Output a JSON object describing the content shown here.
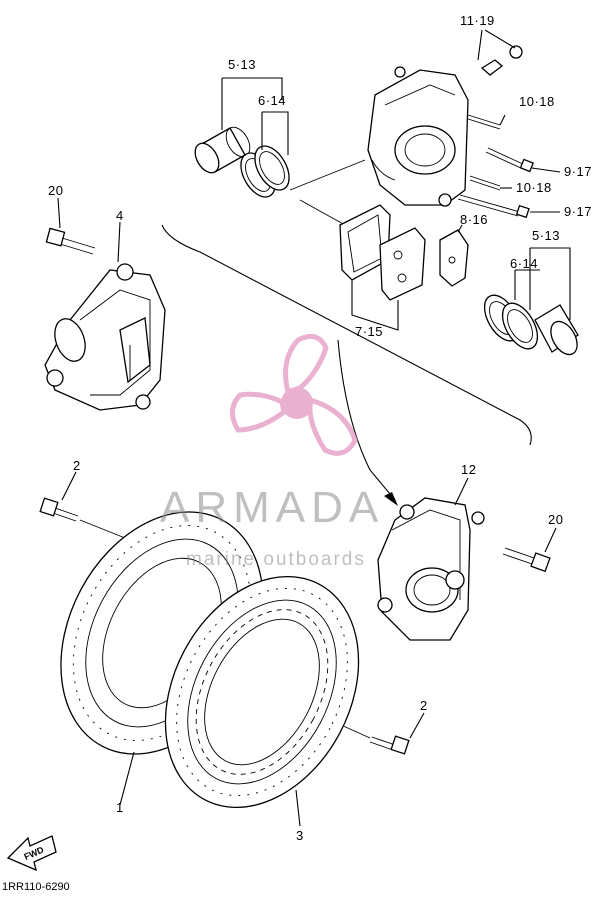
{
  "diagram": {
    "callouts": [
      {
        "id": "c-11-19",
        "text": "11·19"
      },
      {
        "id": "c-5-13-top",
        "text": "5·13"
      },
      {
        "id": "c-6-14-top",
        "text": "6·14"
      },
      {
        "id": "c-10-18-a",
        "text": "10·18"
      },
      {
        "id": "c-9-17-a",
        "text": "9·17"
      },
      {
        "id": "c-10-18-b",
        "text": "10·18"
      },
      {
        "id": "c-9-17-b",
        "text": "9·17"
      },
      {
        "id": "c-20-left",
        "text": "20"
      },
      {
        "id": "c-4",
        "text": "4"
      },
      {
        "id": "c-8-16",
        "text": "8·16"
      },
      {
        "id": "c-5-13-right",
        "text": "5·13"
      },
      {
        "id": "c-6-14-right",
        "text": "6·14"
      },
      {
        "id": "c-7-15",
        "text": "7·15"
      },
      {
        "id": "c-2-top",
        "text": "2"
      },
      {
        "id": "c-12",
        "text": "12"
      },
      {
        "id": "c-20-right",
        "text": "20"
      },
      {
        "id": "c-2-bottom",
        "text": "2"
      },
      {
        "id": "c-1",
        "text": "1"
      },
      {
        "id": "c-3",
        "text": "3"
      }
    ],
    "direction_arrow": "FWD",
    "drawing_code": "1RR110-6290"
  },
  "watermark": {
    "title": "ARMADA",
    "subtitle": "marine outboards",
    "colors": {
      "logo": "#e6a3c8",
      "text": "#8a8a8a"
    }
  }
}
